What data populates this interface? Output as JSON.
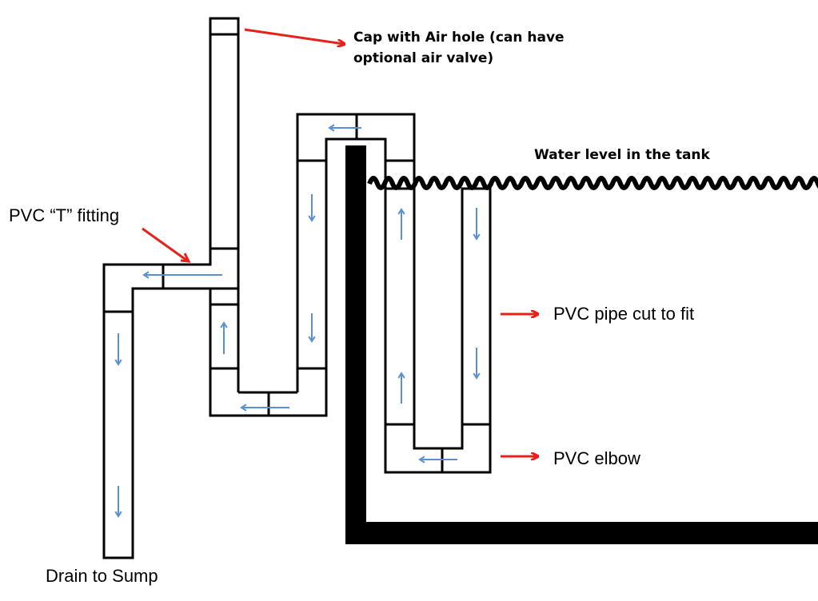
{
  "colors": {
    "pipe": "#000000",
    "tank_wall": "#000000",
    "flow_arrow": "#5b8fd4",
    "callout_arrow": "#e8201c",
    "water_level": "#000000",
    "background": "#ffffff"
  },
  "labels": {
    "cap": "Cap with Air hole (can have optional air valve)",
    "cap_line1": "Cap with Air hole (can have",
    "cap_line2": "optional air valve)",
    "water_level": "Water level in the tank",
    "t_fitting": "PVC “T” fitting",
    "pipe_cut": "PVC pipe cut to fit",
    "elbow": "PVC elbow",
    "drain": "Drain to Sump"
  },
  "flow_arrow_icon": "down-arrow-icon / up-arrow-icon / left-arrow-icon",
  "callout_arrow_icon": "red-pointer-arrow-icon"
}
